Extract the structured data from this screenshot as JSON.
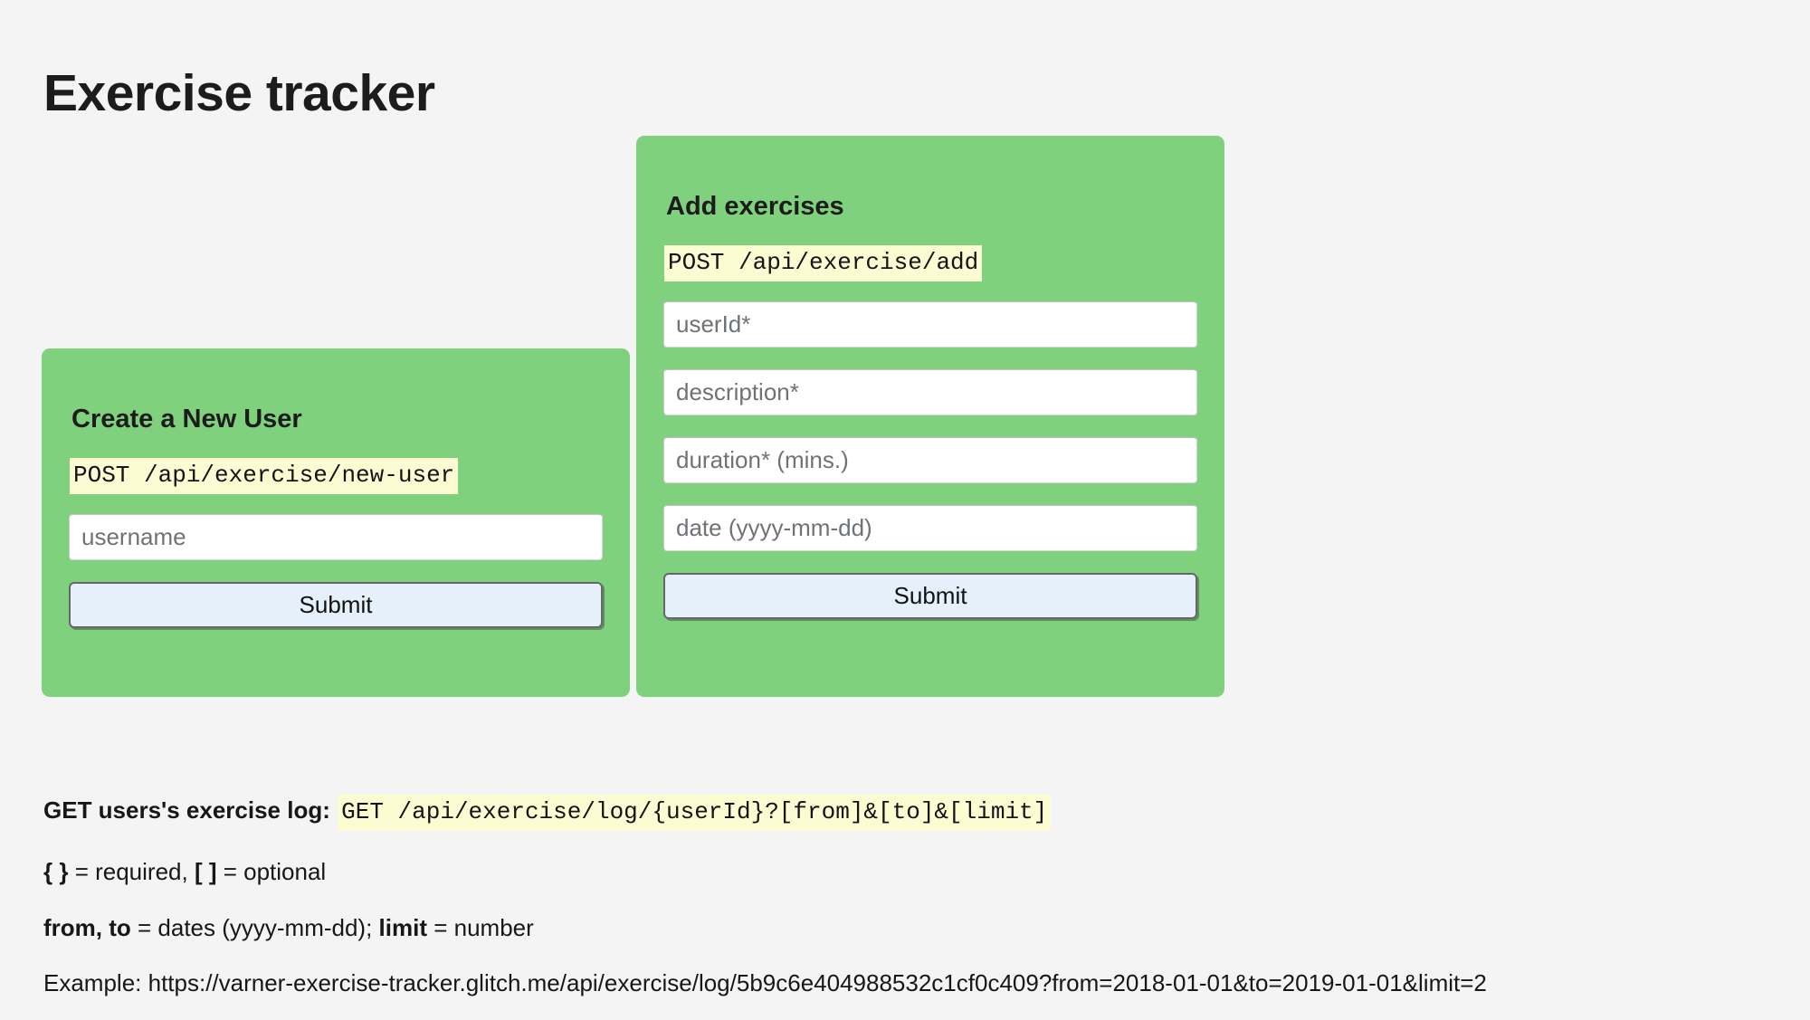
{
  "page": {
    "title": "Exercise tracker",
    "background_color": "#f4f4f4",
    "panel_color": "#80d17d",
    "code_highlight_color": "#fcfbd1",
    "button_color": "#e5f0fb"
  },
  "panels": {
    "new_user": {
      "heading": "Create a New User",
      "endpoint": "POST /api/exercise/new-user",
      "fields": [
        {
          "name": "username",
          "placeholder": "username",
          "value": ""
        }
      ],
      "submit_label": "Submit"
    },
    "add_exercises": {
      "heading": "Add exercises",
      "endpoint": "POST /api/exercise/add",
      "fields": [
        {
          "name": "userId",
          "placeholder": "userId*",
          "value": ""
        },
        {
          "name": "description",
          "placeholder": "description*",
          "value": ""
        },
        {
          "name": "duration",
          "placeholder": "duration* (mins.)",
          "value": ""
        },
        {
          "name": "date",
          "placeholder": "date (yyyy-mm-dd)",
          "value": ""
        }
      ],
      "submit_label": "Submit"
    }
  },
  "docs": {
    "get_log_label": "GET users's exercise log:",
    "get_log_endpoint": "GET /api/exercise/log/{userId}?[from]&[to]&[limit]",
    "legend": {
      "required_token": "{ }",
      "required_text": " = required, ",
      "optional_token": "[ ]",
      "optional_text": " = optional"
    },
    "params": {
      "from_to_token": "from, to",
      "from_to_text": " = dates (yyyy-mm-dd); ",
      "limit_token": "limit",
      "limit_text": " = number"
    },
    "example_label": "Example: ",
    "example_url": "https://varner-exercise-tracker.glitch.me/api/exercise/log/5b9c6e404988532c1cf0c409?from=2018-01-01&to=2019-01-01&limit=2"
  }
}
